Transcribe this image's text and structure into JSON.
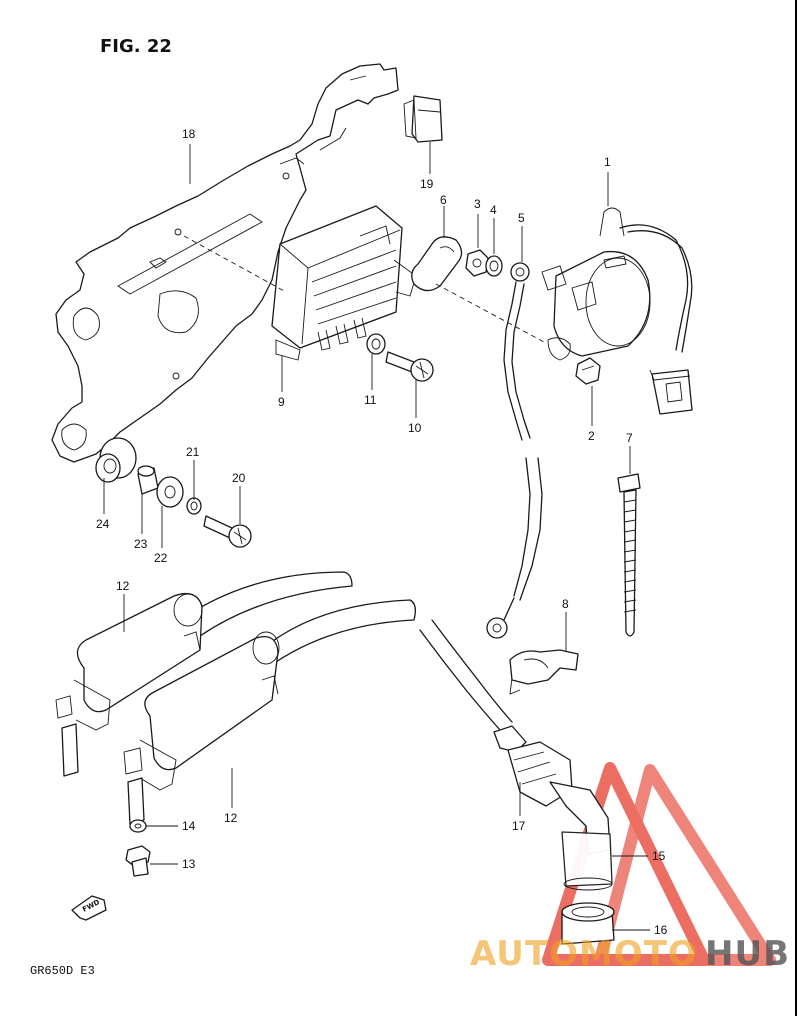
{
  "figure": {
    "title": "FIG. 22",
    "model_code": "GR650D  E3",
    "fwd_label": "FWD"
  },
  "watermark": {
    "text_a": "AUTOMOTO",
    "text_b": "HUB",
    "color_a": "#f0a020",
    "color_b": "#555555",
    "logo_color": "#e84a3c"
  },
  "callouts": [
    {
      "id": "1",
      "label": "1"
    },
    {
      "id": "2",
      "label": "2"
    },
    {
      "id": "3",
      "label": "3"
    },
    {
      "id": "4",
      "label": "4"
    },
    {
      "id": "5",
      "label": "5"
    },
    {
      "id": "6",
      "label": "6"
    },
    {
      "id": "7",
      "label": "7"
    },
    {
      "id": "8",
      "label": "8"
    },
    {
      "id": "9",
      "label": "9"
    },
    {
      "id": "10",
      "label": "10"
    },
    {
      "id": "11",
      "label": "11"
    },
    {
      "id": "12a",
      "label": "12"
    },
    {
      "id": "12b",
      "label": "12"
    },
    {
      "id": "13",
      "label": "13"
    },
    {
      "id": "14",
      "label": "14"
    },
    {
      "id": "15",
      "label": "15"
    },
    {
      "id": "16",
      "label": "16"
    },
    {
      "id": "17",
      "label": "17"
    },
    {
      "id": "18",
      "label": "18"
    },
    {
      "id": "19",
      "label": "19"
    },
    {
      "id": "20",
      "label": "20"
    },
    {
      "id": "21",
      "label": "21"
    },
    {
      "id": "22",
      "label": "22"
    },
    {
      "id": "23",
      "label": "23"
    },
    {
      "id": "24",
      "label": "24"
    }
  ]
}
